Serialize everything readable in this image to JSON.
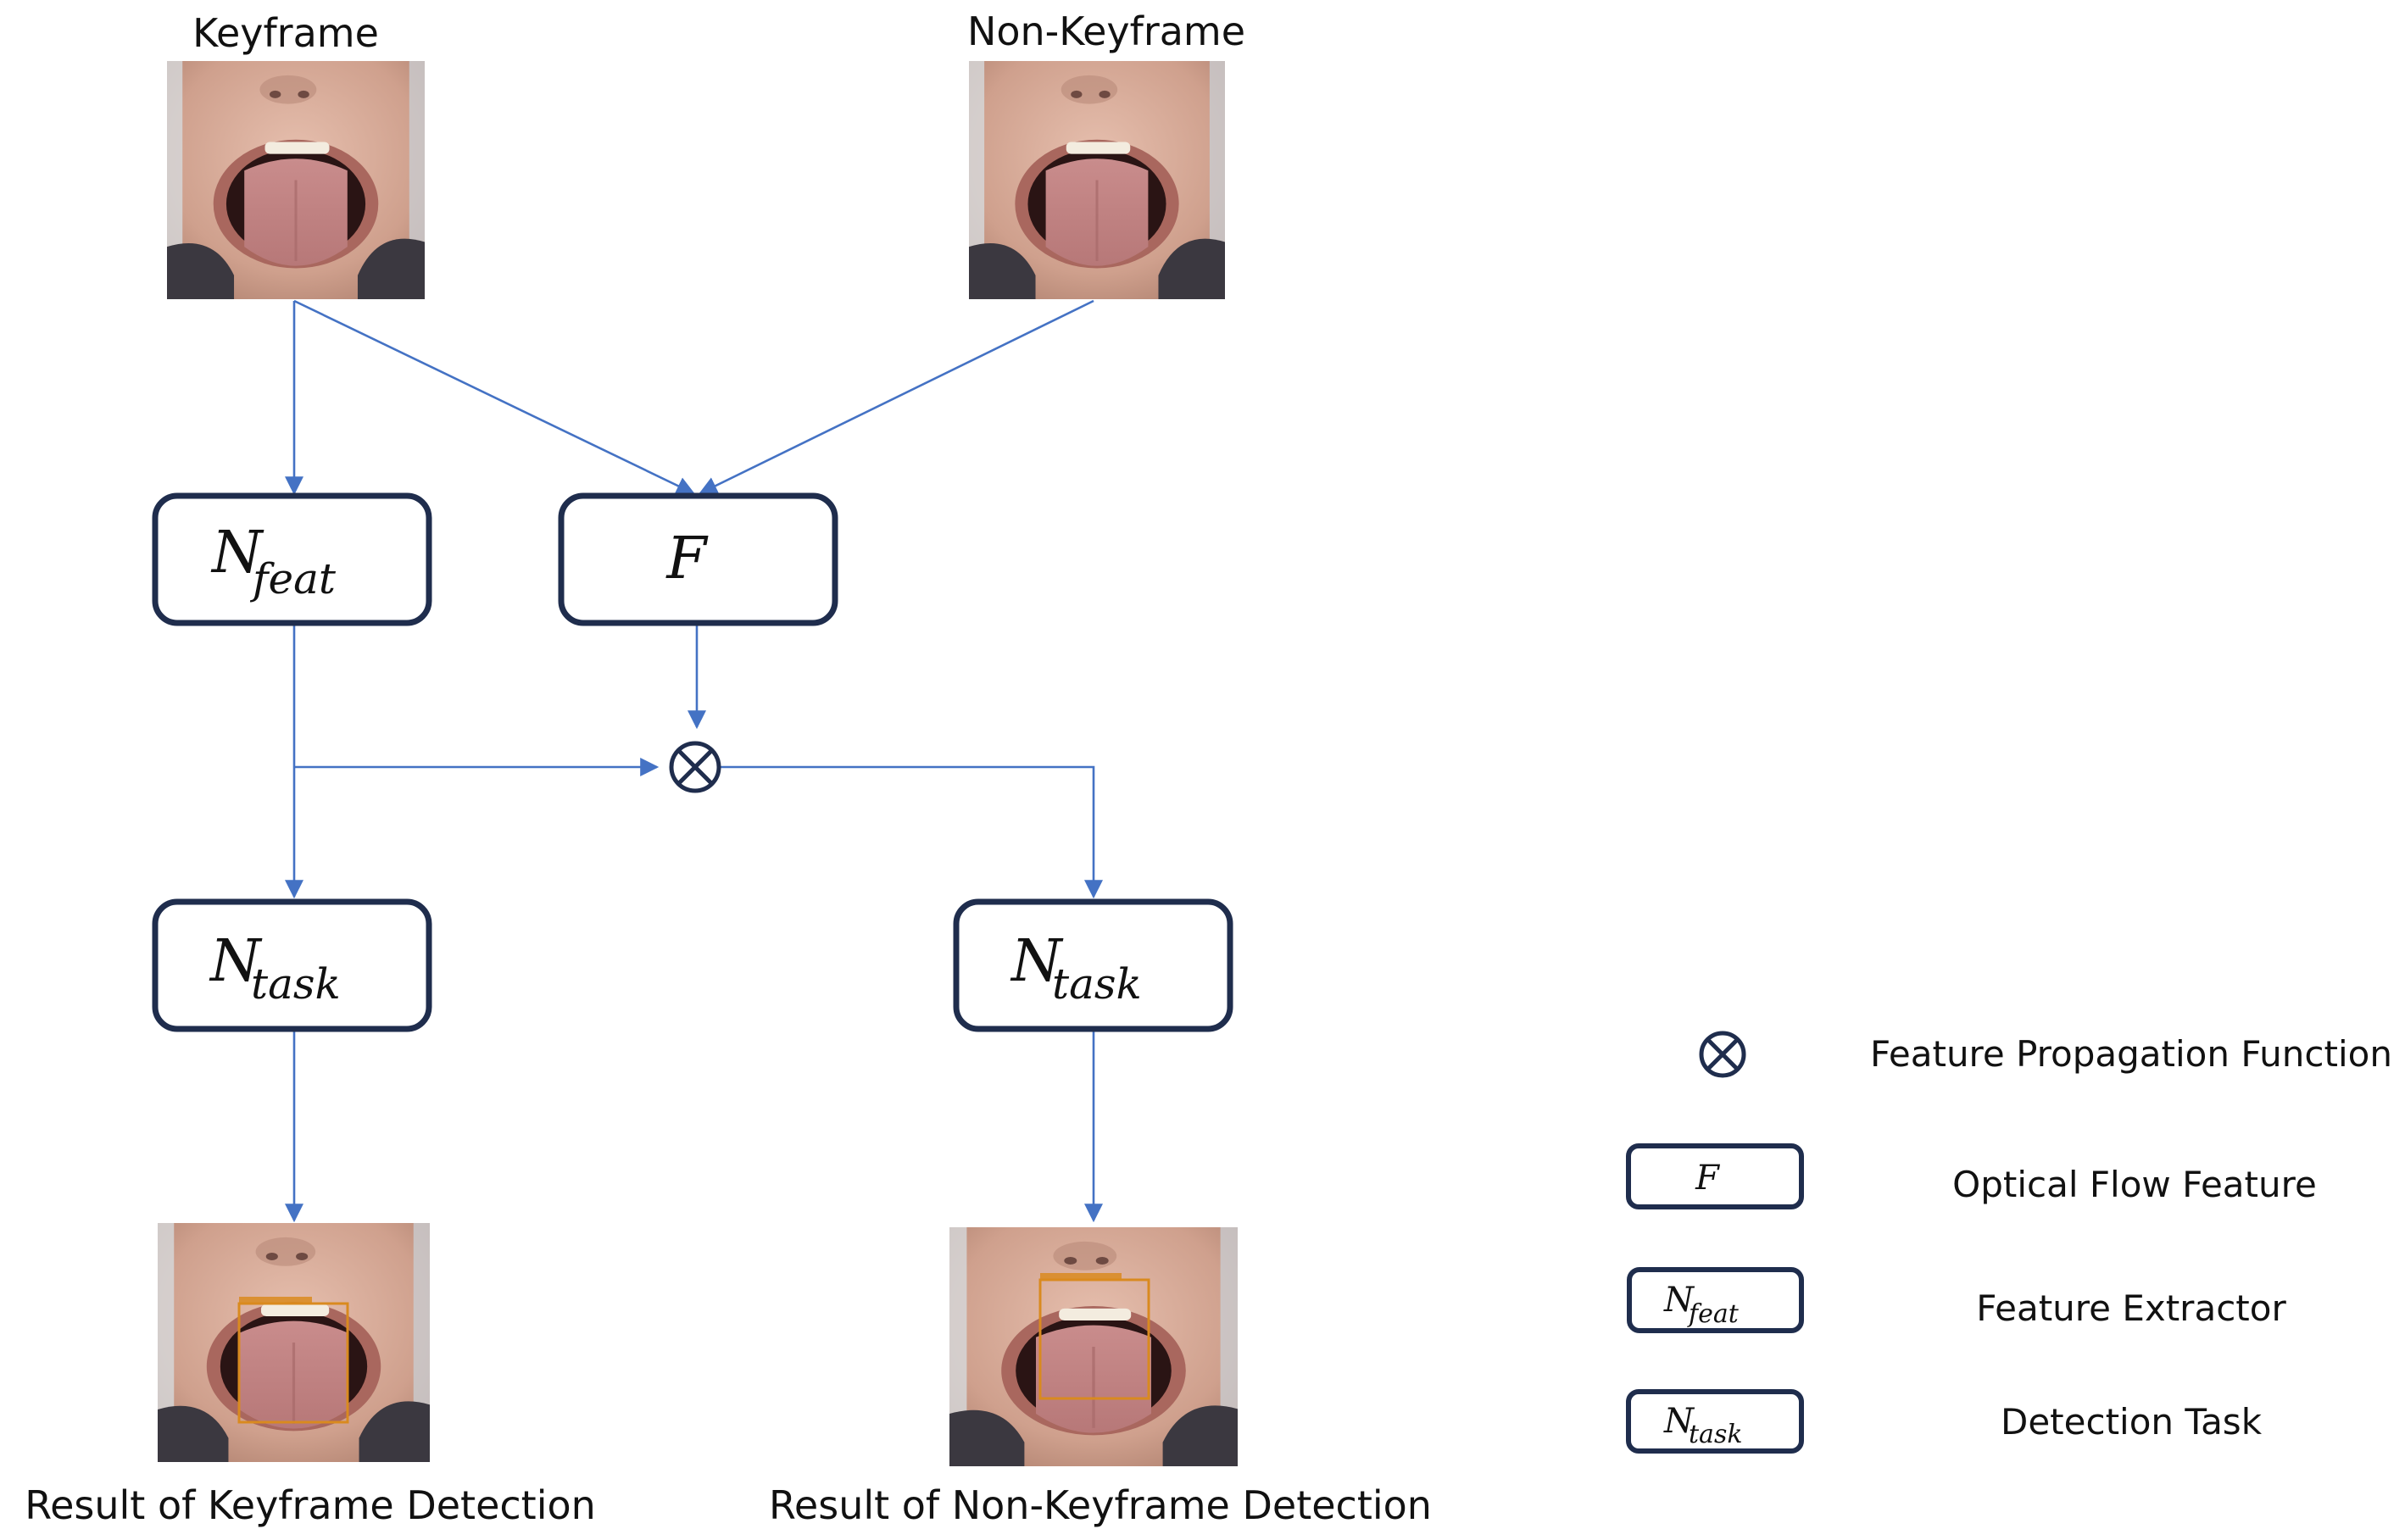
{
  "inputs": {
    "keyframe_label": "Keyframe",
    "nonkeyframe_label": "Non-Keyframe"
  },
  "modules": {
    "feat_main": "N",
    "feat_sub": "feat",
    "flow": "F",
    "task_main": "N",
    "task_sub": "task"
  },
  "outputs": {
    "keyframe_result": "Result of Keyframe Detection",
    "nonkeyframe_result": "Result of Non-Keyframe Detection"
  },
  "legend": {
    "propagation": "Feature Propagation Function",
    "optical_flow": "Optical Flow Feature",
    "feature_extractor": "Feature Extractor",
    "detection_task": "Detection Task"
  },
  "colors": {
    "arrow": "#4472c4",
    "box_border": "#1f2d4d",
    "detection_box": "#d98a1f"
  }
}
